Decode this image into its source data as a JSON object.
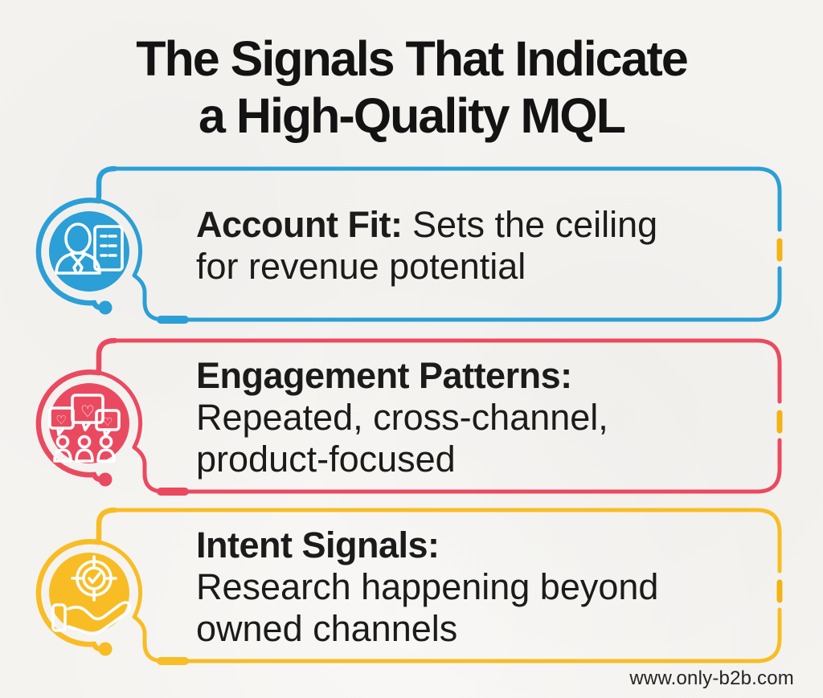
{
  "page": {
    "background": "#f5f3f0",
    "footer": "www.only-b2b.com",
    "accent_dash_color": "#f2b313"
  },
  "title": {
    "line1": "The Signals That Indicate",
    "line2": "a High-Quality MQL"
  },
  "cards": [
    {
      "id": "account-fit",
      "color": "#2b9fd6",
      "icon": "businessman-document-icon",
      "label": "Account Fit:",
      "label_inline": true,
      "lines": [
        "Sets the ceiling",
        "for revenue potential"
      ]
    },
    {
      "id": "engagement-patterns",
      "color": "#ea4a60",
      "icon": "people-chat-hearts-icon",
      "label": "Engagement Patterns:",
      "label_inline": false,
      "lines": [
        "Repeated, cross-channel,",
        "product-focused"
      ]
    },
    {
      "id": "intent-signals",
      "color": "#f8bd25",
      "icon": "hand-target-check-icon",
      "label": "Intent Signals:",
      "label_inline": false,
      "lines": [
        "Research happening beyond",
        "owned channels"
      ]
    }
  ],
  "icons": {
    "heart_glyph": "♡"
  }
}
